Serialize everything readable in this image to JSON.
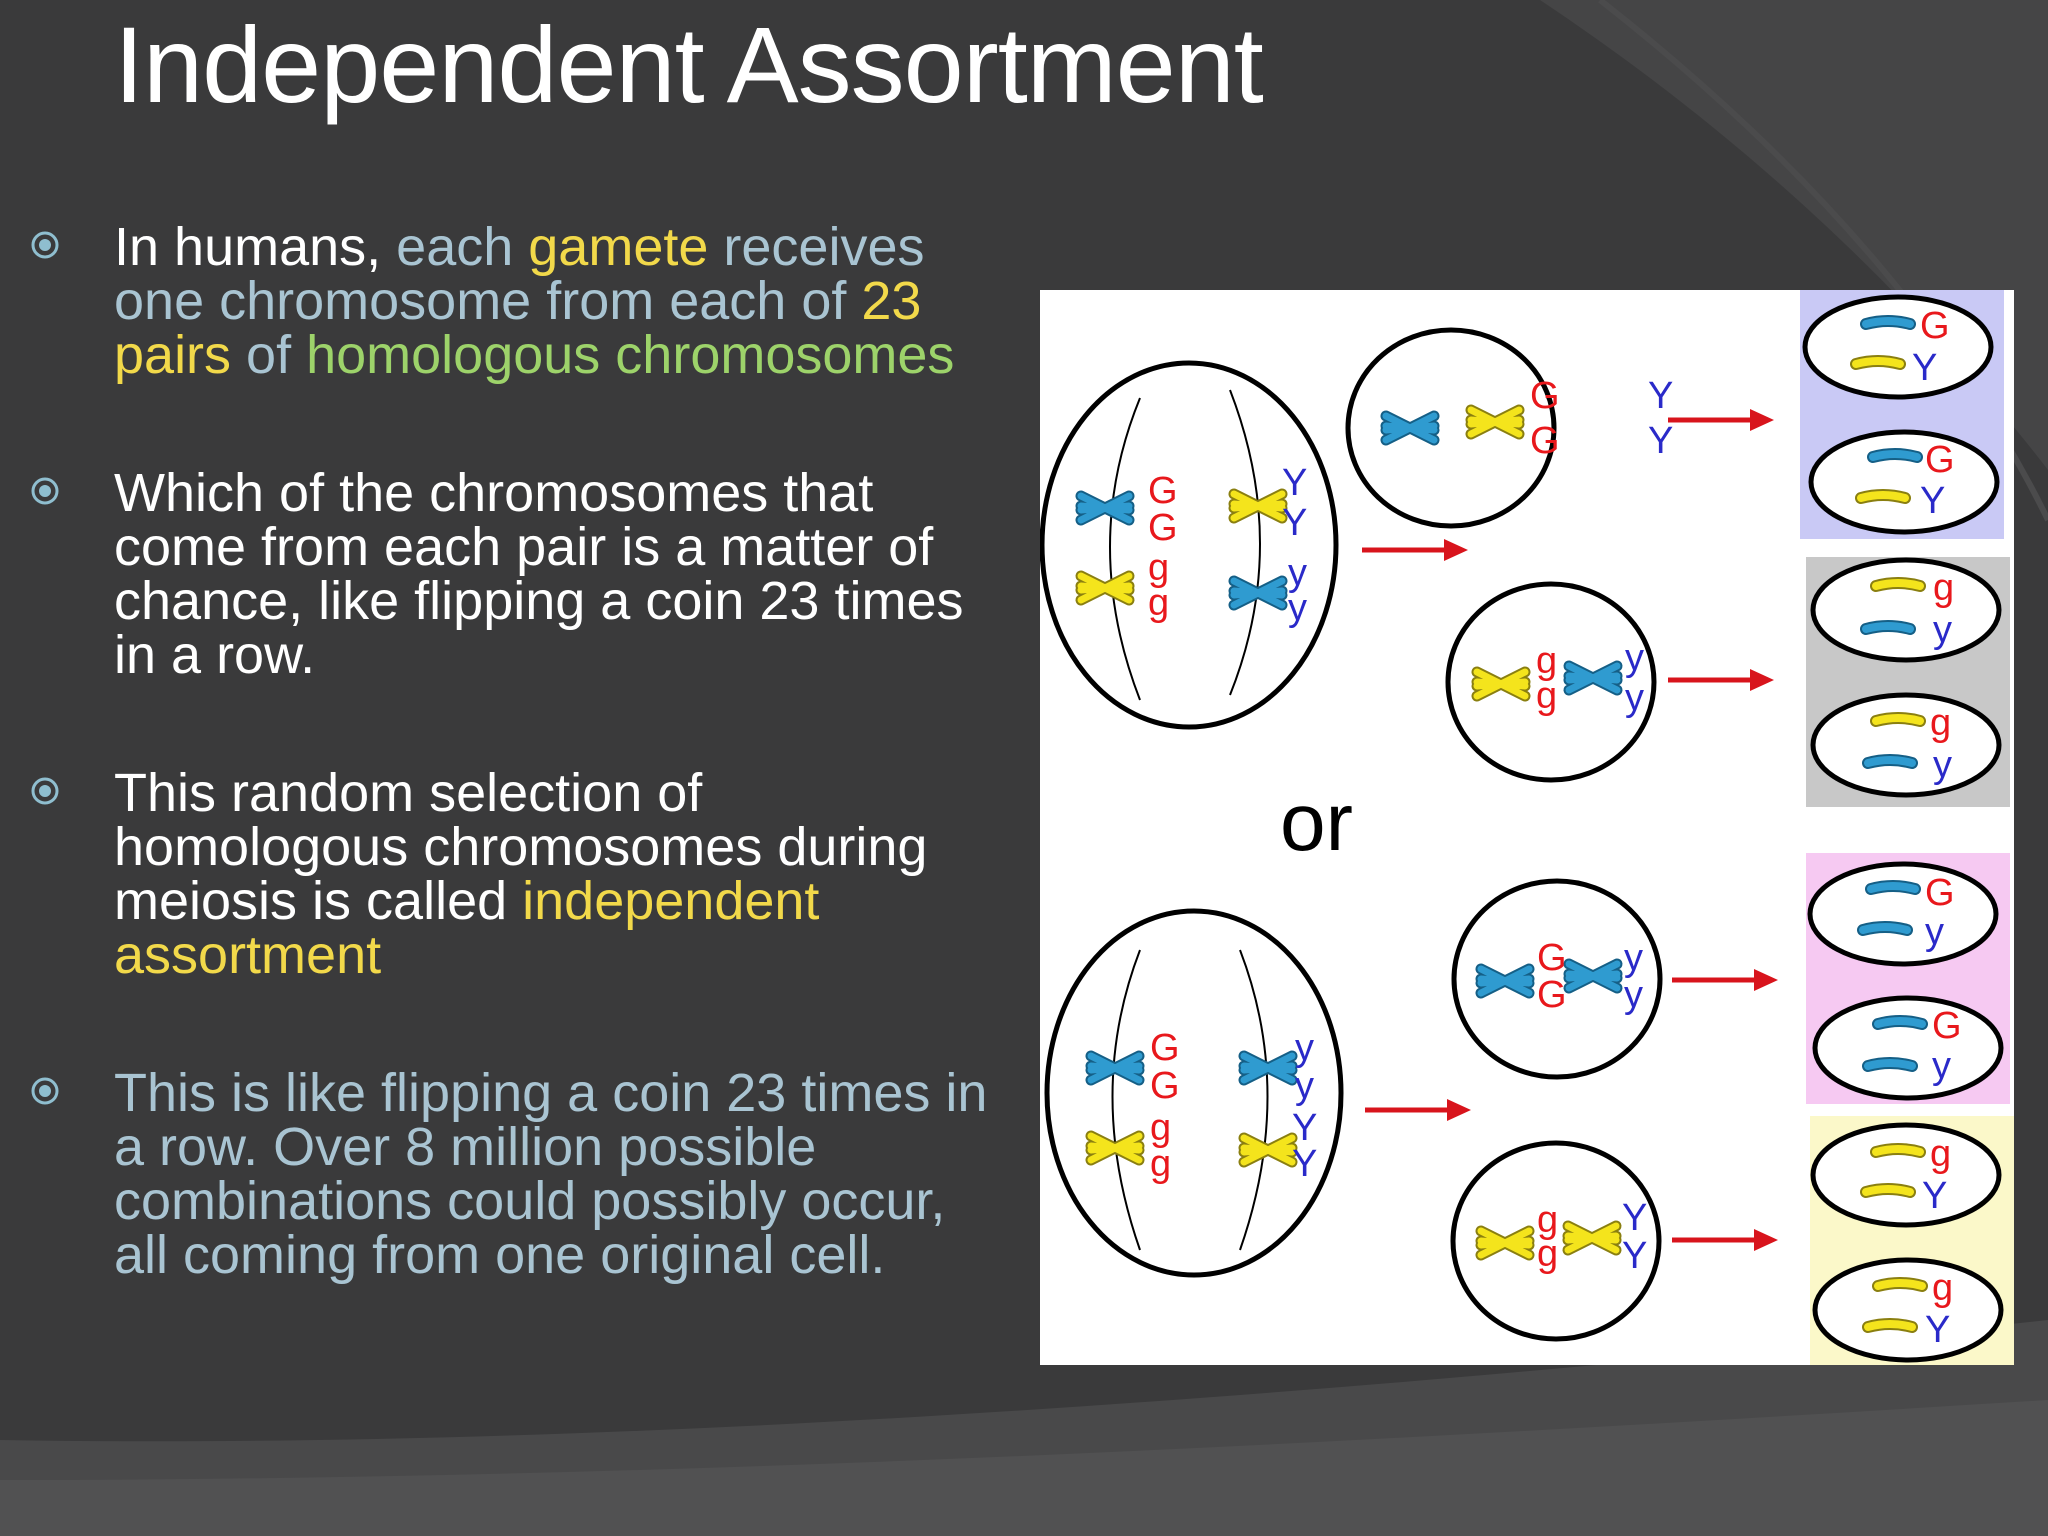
{
  "slide": {
    "title": "Independent Assortment",
    "bullets": [
      {
        "segments": [
          {
            "text": "In humans, ",
            "color": "#ffffff"
          },
          {
            "text": "each ",
            "color": "#a9c4d2"
          },
          {
            "text": "gamete",
            "color": "#f2d94a"
          },
          {
            "text": " receives one chromosome from each of ",
            "color": "#a9c4d2"
          },
          {
            "text": "23 pairs",
            "color": "#f2d94a"
          },
          {
            "text": " of ",
            "color": "#a9c4d2"
          },
          {
            "text": "homologous chromosomes",
            "color": "#9dd36a"
          }
        ]
      },
      {
        "segments": [
          {
            "text": "Which of the chromosomes that come from each pair  is a matter of chance, like flipping a coin 23 times in a row.",
            "color": "#ffffff"
          }
        ]
      },
      {
        "segments": [
          {
            "text": "This random selection of homologous chromosomes during meiosis is called ",
            "color": "#ffffff"
          },
          {
            "text": "independent assortment",
            "color": "#f2d94a"
          }
        ]
      },
      {
        "segments": [
          {
            "text": "This is like flipping a coin 23 times in a row. Over 8 million possible combinations could possibly occur, all coming from one original cell.",
            "color": "#a9c4d2"
          }
        ]
      }
    ]
  },
  "diagram": {
    "or_label": "or",
    "allele_G": "G",
    "allele_g": "g",
    "allele_Y": "Y",
    "allele_y": "y",
    "colors": {
      "chromosome_blue": "#2f9bd0",
      "chromosome_yellow": "#f4e41c",
      "arrow_red": "#d8141c",
      "gamete_bg_1": "#c9c9f5",
      "gamete_bg_2": "#c8c8c8",
      "gamete_bg_3": "#f6c9f2",
      "gamete_bg_4": "#fbf8c9"
    }
  }
}
